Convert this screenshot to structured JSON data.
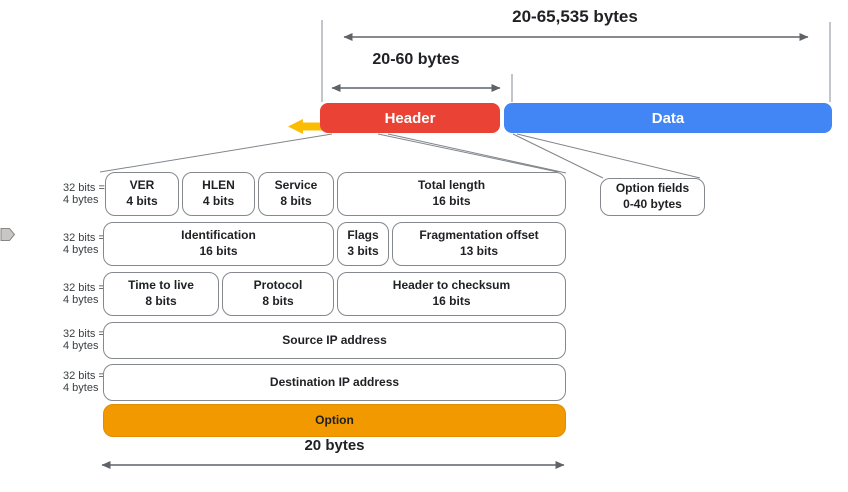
{
  "title": "IPv4 packet header structure diagram",
  "top": {
    "total_range_label": "20-65,535 bytes",
    "header_range_label": "20-60 bytes",
    "header_label": "Header",
    "data_label": "Data"
  },
  "row_label": {
    "line1": "32 bits =",
    "line2": "4 bytes"
  },
  "rows": [
    {
      "fields": [
        {
          "name": "VER",
          "size": "4 bits"
        },
        {
          "name": "HLEN",
          "size": "4 bits"
        },
        {
          "name": "Service",
          "size": "8 bits"
        },
        {
          "name": "Total length",
          "size": "16 bits"
        }
      ]
    },
    {
      "fields": [
        {
          "name": "Identification",
          "size": "16 bits"
        },
        {
          "name": "Flags",
          "size": "3 bits"
        },
        {
          "name": "Fragmentation offset",
          "size": "13 bits"
        }
      ]
    },
    {
      "fields": [
        {
          "name": "Time to live",
          "size": "8 bits"
        },
        {
          "name": "Protocol",
          "size": "8 bits"
        },
        {
          "name": "Header to checksum",
          "size": "16 bits"
        }
      ]
    },
    {
      "fields": [
        {
          "name": "Source IP address",
          "size": ""
        }
      ]
    },
    {
      "fields": [
        {
          "name": "Destination IP address",
          "size": ""
        }
      ]
    }
  ],
  "option_fields_box": {
    "line1": "Option fields",
    "line2": "0-40 bytes"
  },
  "option_bar_label": "Option",
  "bottom_range_label": "20 bytes",
  "icons": {
    "left_arrow": "left-arrow-icon",
    "slide_pointer": "slide-pointer-icon"
  },
  "colors": {
    "header_red": "#EA4335",
    "data_blue": "#4285F4",
    "arrow_yellow": "#FBBC04",
    "option_orange": "#F29900",
    "line_gray": "#5F6368",
    "box_border_gray": "#85898D"
  }
}
